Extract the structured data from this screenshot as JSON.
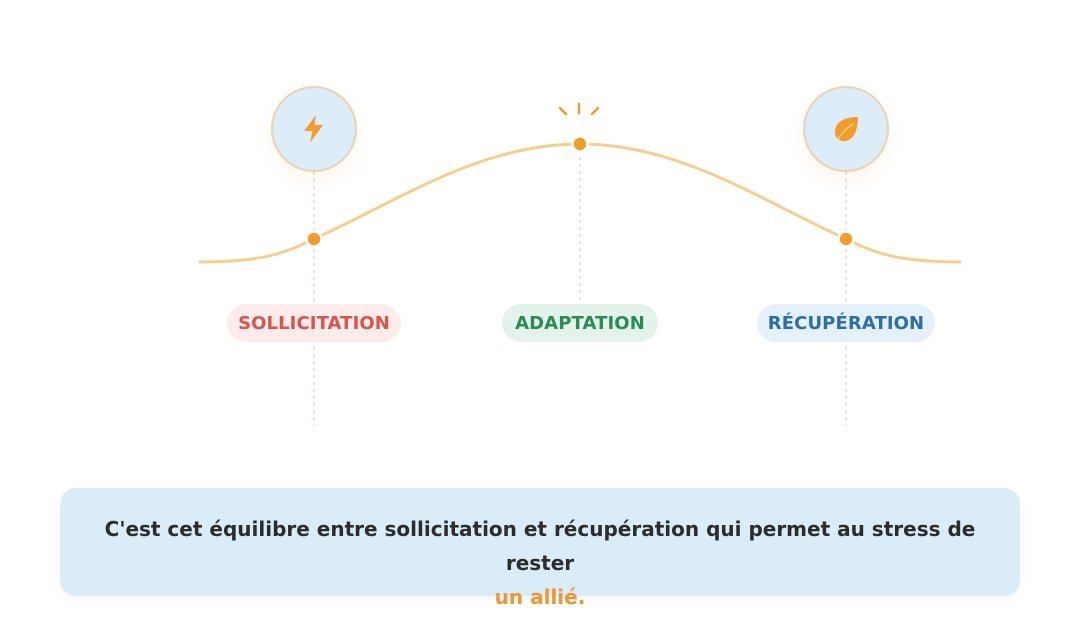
{
  "stages": {
    "solicitation": {
      "label": "SOLLICITATION",
      "color": "#d9534f",
      "icon": "lightning-icon"
    },
    "adaptation": {
      "label": "ADAPTATION",
      "color": "#2a8b57",
      "icon": "sparkle-icon"
    },
    "recovery": {
      "label": "RÉCUPÉRATION",
      "color": "#2e6ea6",
      "icon": "leaf-icon"
    }
  },
  "colors": {
    "curve": "#f3cf8e",
    "point": "#f39c2b",
    "guide": "#f6d6b5",
    "accent": "#f0962f"
  },
  "message": {
    "text": "C'est cet équilibre entre sollicitation et récupération qui permet au stress de rester",
    "highlight": "un allié."
  }
}
